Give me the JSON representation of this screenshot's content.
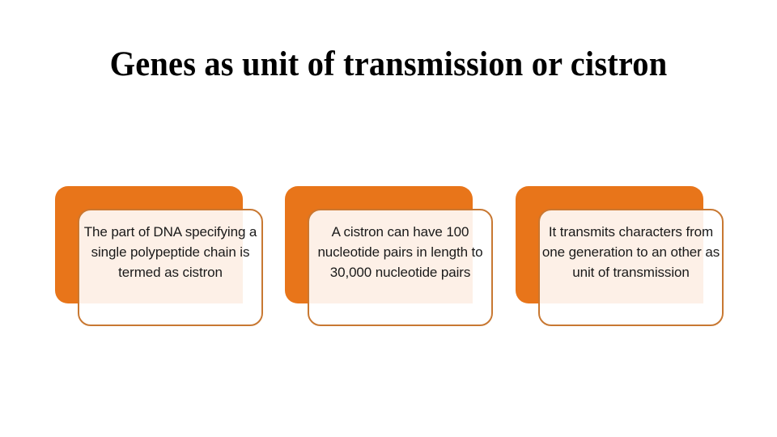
{
  "slide": {
    "title": "Genes as unit of transmission or cistron",
    "background_color": "#FFFFFF",
    "title_color": "#000000"
  },
  "theme": {
    "accent_orange": "#E8751A",
    "card_border": "#C87832",
    "card_fill": "#FFFFFF",
    "overlap_tint": "#FBEEE6",
    "body_text_color": "#1A1A1A"
  },
  "cards": [
    {
      "id": "card-1",
      "text": "The part of DNA specifying a single polypeptide chain is termed as cistron"
    },
    {
      "id": "card-2",
      "text": "A cistron can have 100 nucleotide pairs in length to 30,000 nucleotide pairs"
    },
    {
      "id": "card-3",
      "text": "It transmits characters from one generation to an other as unit of transmission"
    }
  ]
}
